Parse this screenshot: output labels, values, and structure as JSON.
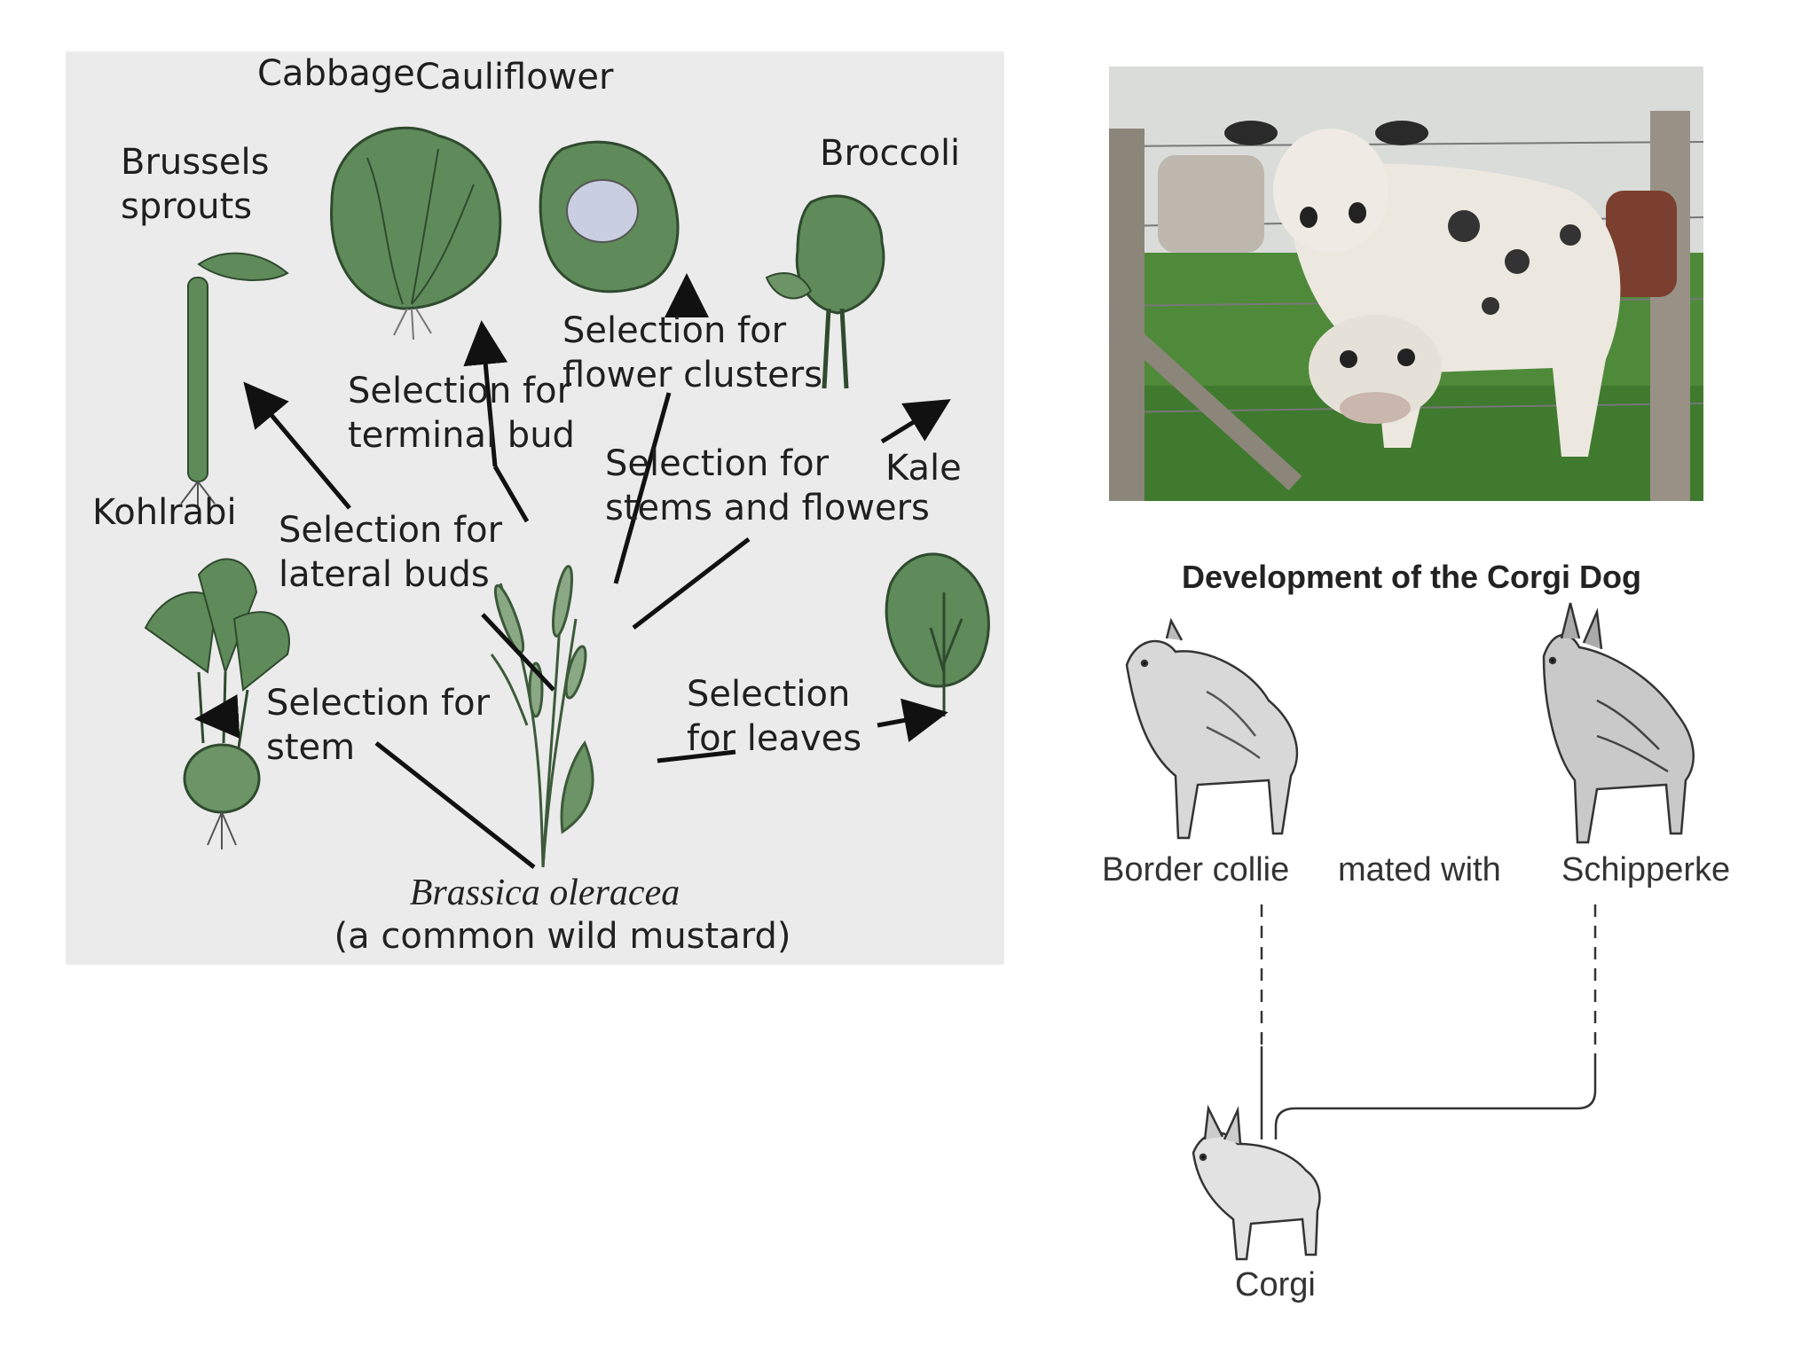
{
  "mustard": {
    "products": {
      "cabbage": "Cabbage",
      "cauliflower": "Cauliflower",
      "brussels": "Brussels\nsprouts",
      "broccoli": "Broccoli",
      "kohlrabi": "Kohlrabi",
      "kale": "Kale"
    },
    "selections": {
      "terminal_bud": "Selection for\nterminal bud",
      "flower_clusters": "Selection for\nflower clusters",
      "stems_flowers": "Selection for\nstems and flowers",
      "lateral_buds": "Selection for\nlateral buds",
      "stem": "Selection for\nstem",
      "leaves": "Selection\nfor leaves"
    },
    "species": "Brassica oleracea",
    "species_note": "(a common wild mustard)"
  },
  "corgi": {
    "title": "Development of the Corgi Dog",
    "parent1": "Border collie",
    "connector": "mated with",
    "parent2": "Schipperke",
    "offspring": "Corgi"
  },
  "colors": {
    "plant_green": "#5f8a5a",
    "plant_dark": "#2f4a2e",
    "grass": "#4f8a3a",
    "panel_bg": "#ebebeb"
  }
}
